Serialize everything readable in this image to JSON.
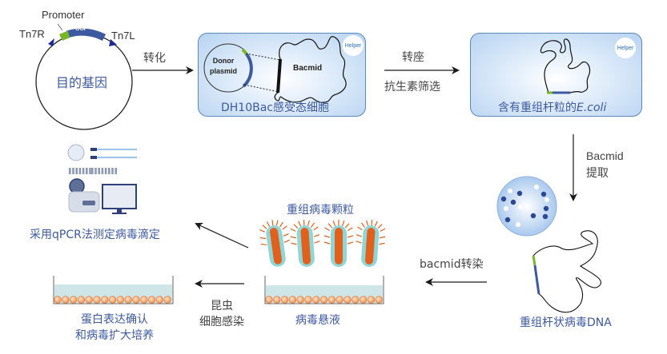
{
  "plasmid": {
    "promoter_label": "Promoter",
    "goi_label": "GOI",
    "left_site": "Tn7R",
    "right_site": "Tn7L",
    "center_label": "目的基因"
  },
  "steps": {
    "transform": "转化",
    "transpose": "转座",
    "antibiotic_screen": "抗生素筛选",
    "bacmid_extract_1": "Bacmid",
    "bacmid_extract_2": "提取",
    "bacmid_transfect": "bacmid转染",
    "insect_infect_1": "昆虫",
    "insect_infect_2": "细胞感染"
  },
  "dh10bac_box": {
    "donor_label_1": "Donor",
    "donor_label_2": "plasmid",
    "bacmid_label": "Bacmid",
    "helper_label": "Helper",
    "caption": "DH10Bac感受态细胞"
  },
  "ecoli_box": {
    "helper_label": "Helper",
    "caption_prefix": "含有重组杆粒的",
    "caption_italic": "E.coli"
  },
  "recombinant_dna": {
    "caption": "重组杆状病毒DNA"
  },
  "virus": {
    "particles_label": "重组病毒颗粒",
    "suspension_label": "病毒悬液"
  },
  "expression": {
    "line1": "蛋白表达确认",
    "line2": "和病毒扩大培养"
  },
  "qpcr": {
    "caption": "采用qPCR法测定病毒滴定"
  },
  "colors": {
    "label_blue": "#3d5aa0",
    "goi_blue": "#3d5aa0",
    "promoter_green": "#7ab42a",
    "virus_orange": "#e0601e",
    "virus_teal": "#7ccfcf",
    "medium": "#cfe6e8"
  }
}
